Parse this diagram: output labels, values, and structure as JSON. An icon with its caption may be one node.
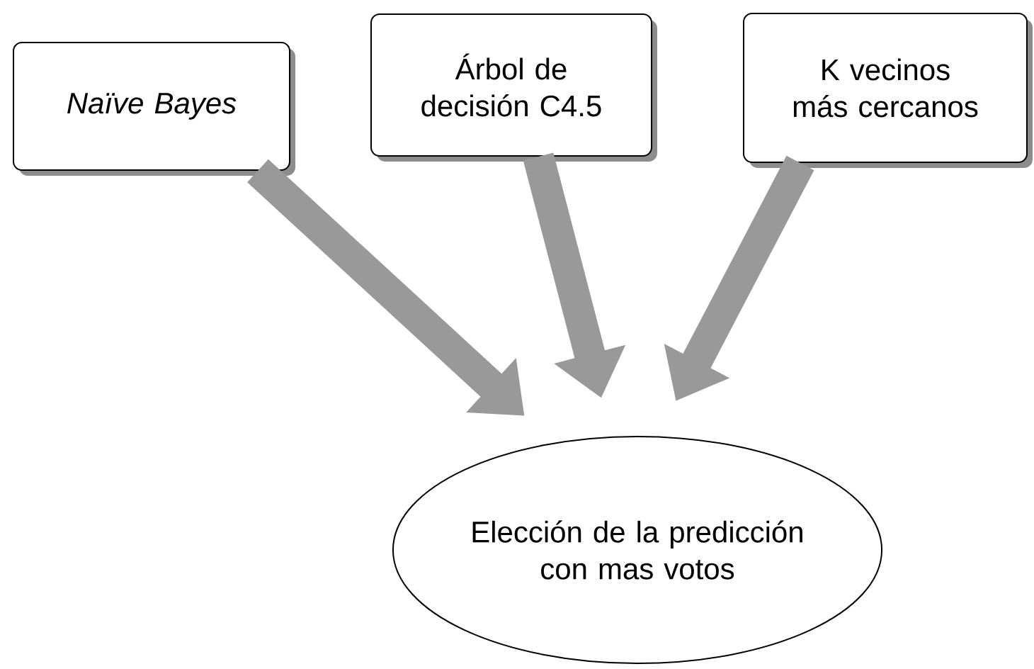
{
  "diagram": {
    "nodes": [
      {
        "text": [
          "Naïve Bayes"
        ]
      },
      {
        "text": [
          "Árbol de decisión C4.5"
        ]
      },
      {
        "text": [
          "K vecinos más cercanos"
        ]
      },
      {
        "text": [
          "Elección de la predicción con mas votos"
        ]
      }
    ],
    "edges": [
      {
        "from": 0,
        "to": 3,
        "arrow": "to"
      },
      {
        "from": 1,
        "to": 3,
        "arrow": "to"
      },
      {
        "from": 2,
        "to": 3,
        "arrow": "to"
      }
    ]
  }
}
